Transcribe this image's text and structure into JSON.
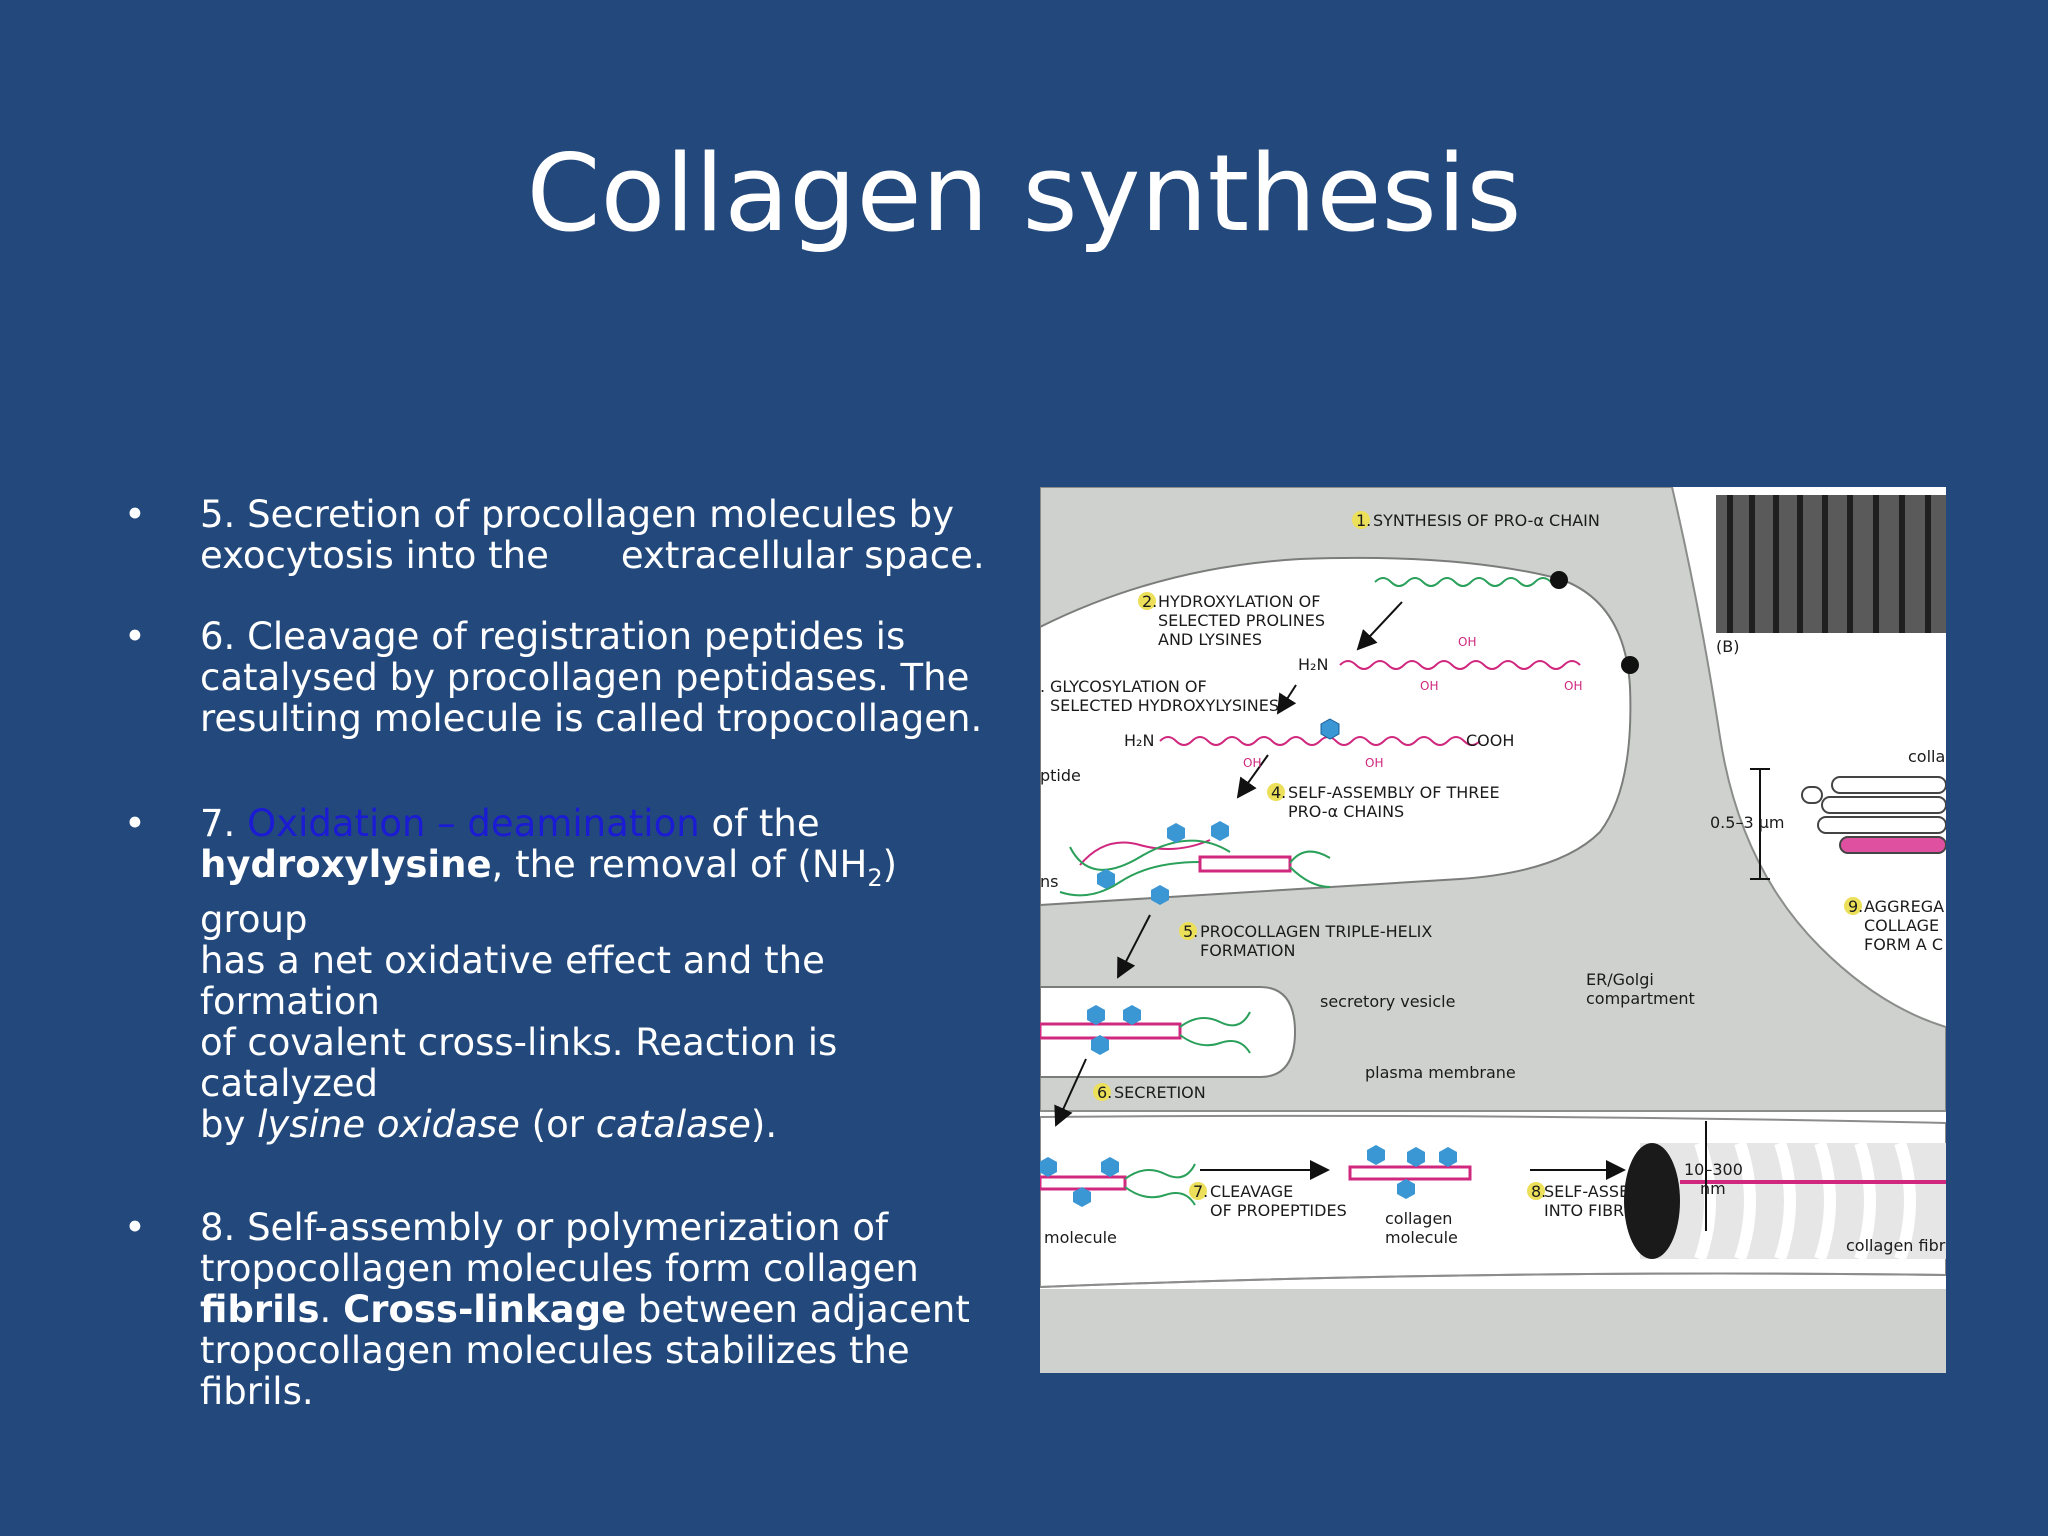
{
  "slide": {
    "title": "Collagen synthesis",
    "bullet_symbol": "•",
    "bullets": [
      {
        "b1_l1": "5.  Secretion of procollagen molecules by",
        "b1_l2a": "exocytosis into the",
        "b1_l2b": "extracellular space."
      },
      {
        "b2_l1": "6.  Cleavage of registration peptides is",
        "b2_l2": "catalysed by procollagen peptidases. The",
        "b2_l3": "resulting molecule is called tropocollagen."
      },
      {
        "num": "7.  ",
        "link": "Oxidation – deamination",
        "t1": " of the",
        "bold1": "hydroxylysine",
        "t2": ", the removal of (NH",
        "sub": "2",
        "t3": ") group",
        "l3": "has a net oxidative effect and the formation",
        "l4": "of covalent cross-links.  Reaction is catalyzed",
        "l5a": "by ",
        "ital1": "lysine oxidase",
        "l5b": " (or ",
        "ital2": "catalase",
        "l5c": ")."
      },
      {
        "l1": "8.  Self-assembly or polymerization of",
        "l2": "tropocollagen molecules form collagen",
        "bold1": "fibrils",
        "t1": ". ",
        "bold2": "Cross-linkage",
        "t2": " between adjacent",
        "l4": "tropocollagen molecules stabilizes the fibrils."
      }
    ]
  },
  "figure": {
    "n1": "1.",
    "s1": "SYNTHESIS OF PRO-α CHAIN",
    "n2": "2.",
    "s2a": "HYDROXYLATION OF",
    "s2b": "SELECTED PROLINES",
    "s2c": "AND LYSINES",
    "n3": ".",
    "s3a": "GLYCOSYLATION OF",
    "s3b": "SELECTED HYDROXYLYSINES",
    "n4": "4.",
    "s4a": "SELF-ASSEMBLY OF THREE",
    "s4b": "PRO-α CHAINS",
    "n5": "5.",
    "s5a": "PROCOLLAGEN TRIPLE-HELIX",
    "s5b": "FORMATION",
    "n6": "6.",
    "s6": "SECRETION",
    "n7": "7.",
    "s7a": "CLEAVAGE",
    "s7b": "OF PROPEPTIDES",
    "n8": "8.",
    "s8a": "SELF-ASSEMBLY",
    "s8b": "INTO FIBRIL",
    "n9": "9.",
    "s9a": "AGGREGA",
    "s9b": "COLLAGE",
    "s9c": "FORM A C",
    "h2n": "H₂N",
    "cooh": "COOH",
    "oh": "OH",
    "ptide": "ptide",
    "ns": "ns",
    "secretory_vesicle": "secretory vesicle",
    "er_golgi_a": "ER/Golgi",
    "er_golgi_b": "compartment",
    "plasma_membrane": "plasma membrane",
    "molecule": "molecule",
    "collagen_molecule_a": "collagen",
    "collagen_molecule_b": "molecule",
    "size1": "0.5–3 μm",
    "size2a": "10–300",
    "size2b": "nm",
    "b_label": "(B)",
    "colla": "colla",
    "collagen_fibril": "collagen fibr"
  }
}
